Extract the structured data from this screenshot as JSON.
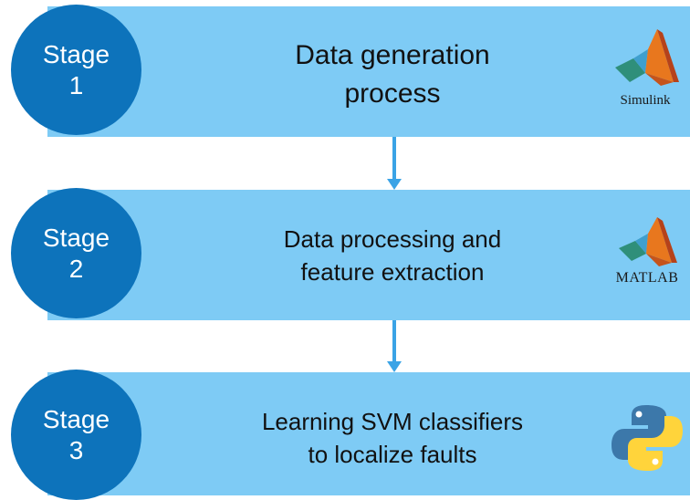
{
  "stages": [
    {
      "label_line1": "Stage",
      "label_line2": "1",
      "desc_line1": "Data generation",
      "desc_line2": "process",
      "logo": {
        "icon": "simulink-logo-icon",
        "text": "Simulink"
      }
    },
    {
      "label_line1": "Stage",
      "label_line2": "2",
      "desc_line1": "Data processing and",
      "desc_line2": "feature extraction",
      "logo": {
        "icon": "matlab-logo-icon",
        "text": "MATLAB"
      }
    },
    {
      "label_line1": "Stage",
      "label_line2": "3",
      "desc_line1": "Learning SVM classifiers",
      "desc_line2": "to localize faults",
      "logo": {
        "icon": "python-logo-icon",
        "text": ""
      }
    }
  ],
  "colors": {
    "band": "#7ecbf5",
    "circle": "#0d73bb",
    "arrow": "#3aa3e6"
  }
}
